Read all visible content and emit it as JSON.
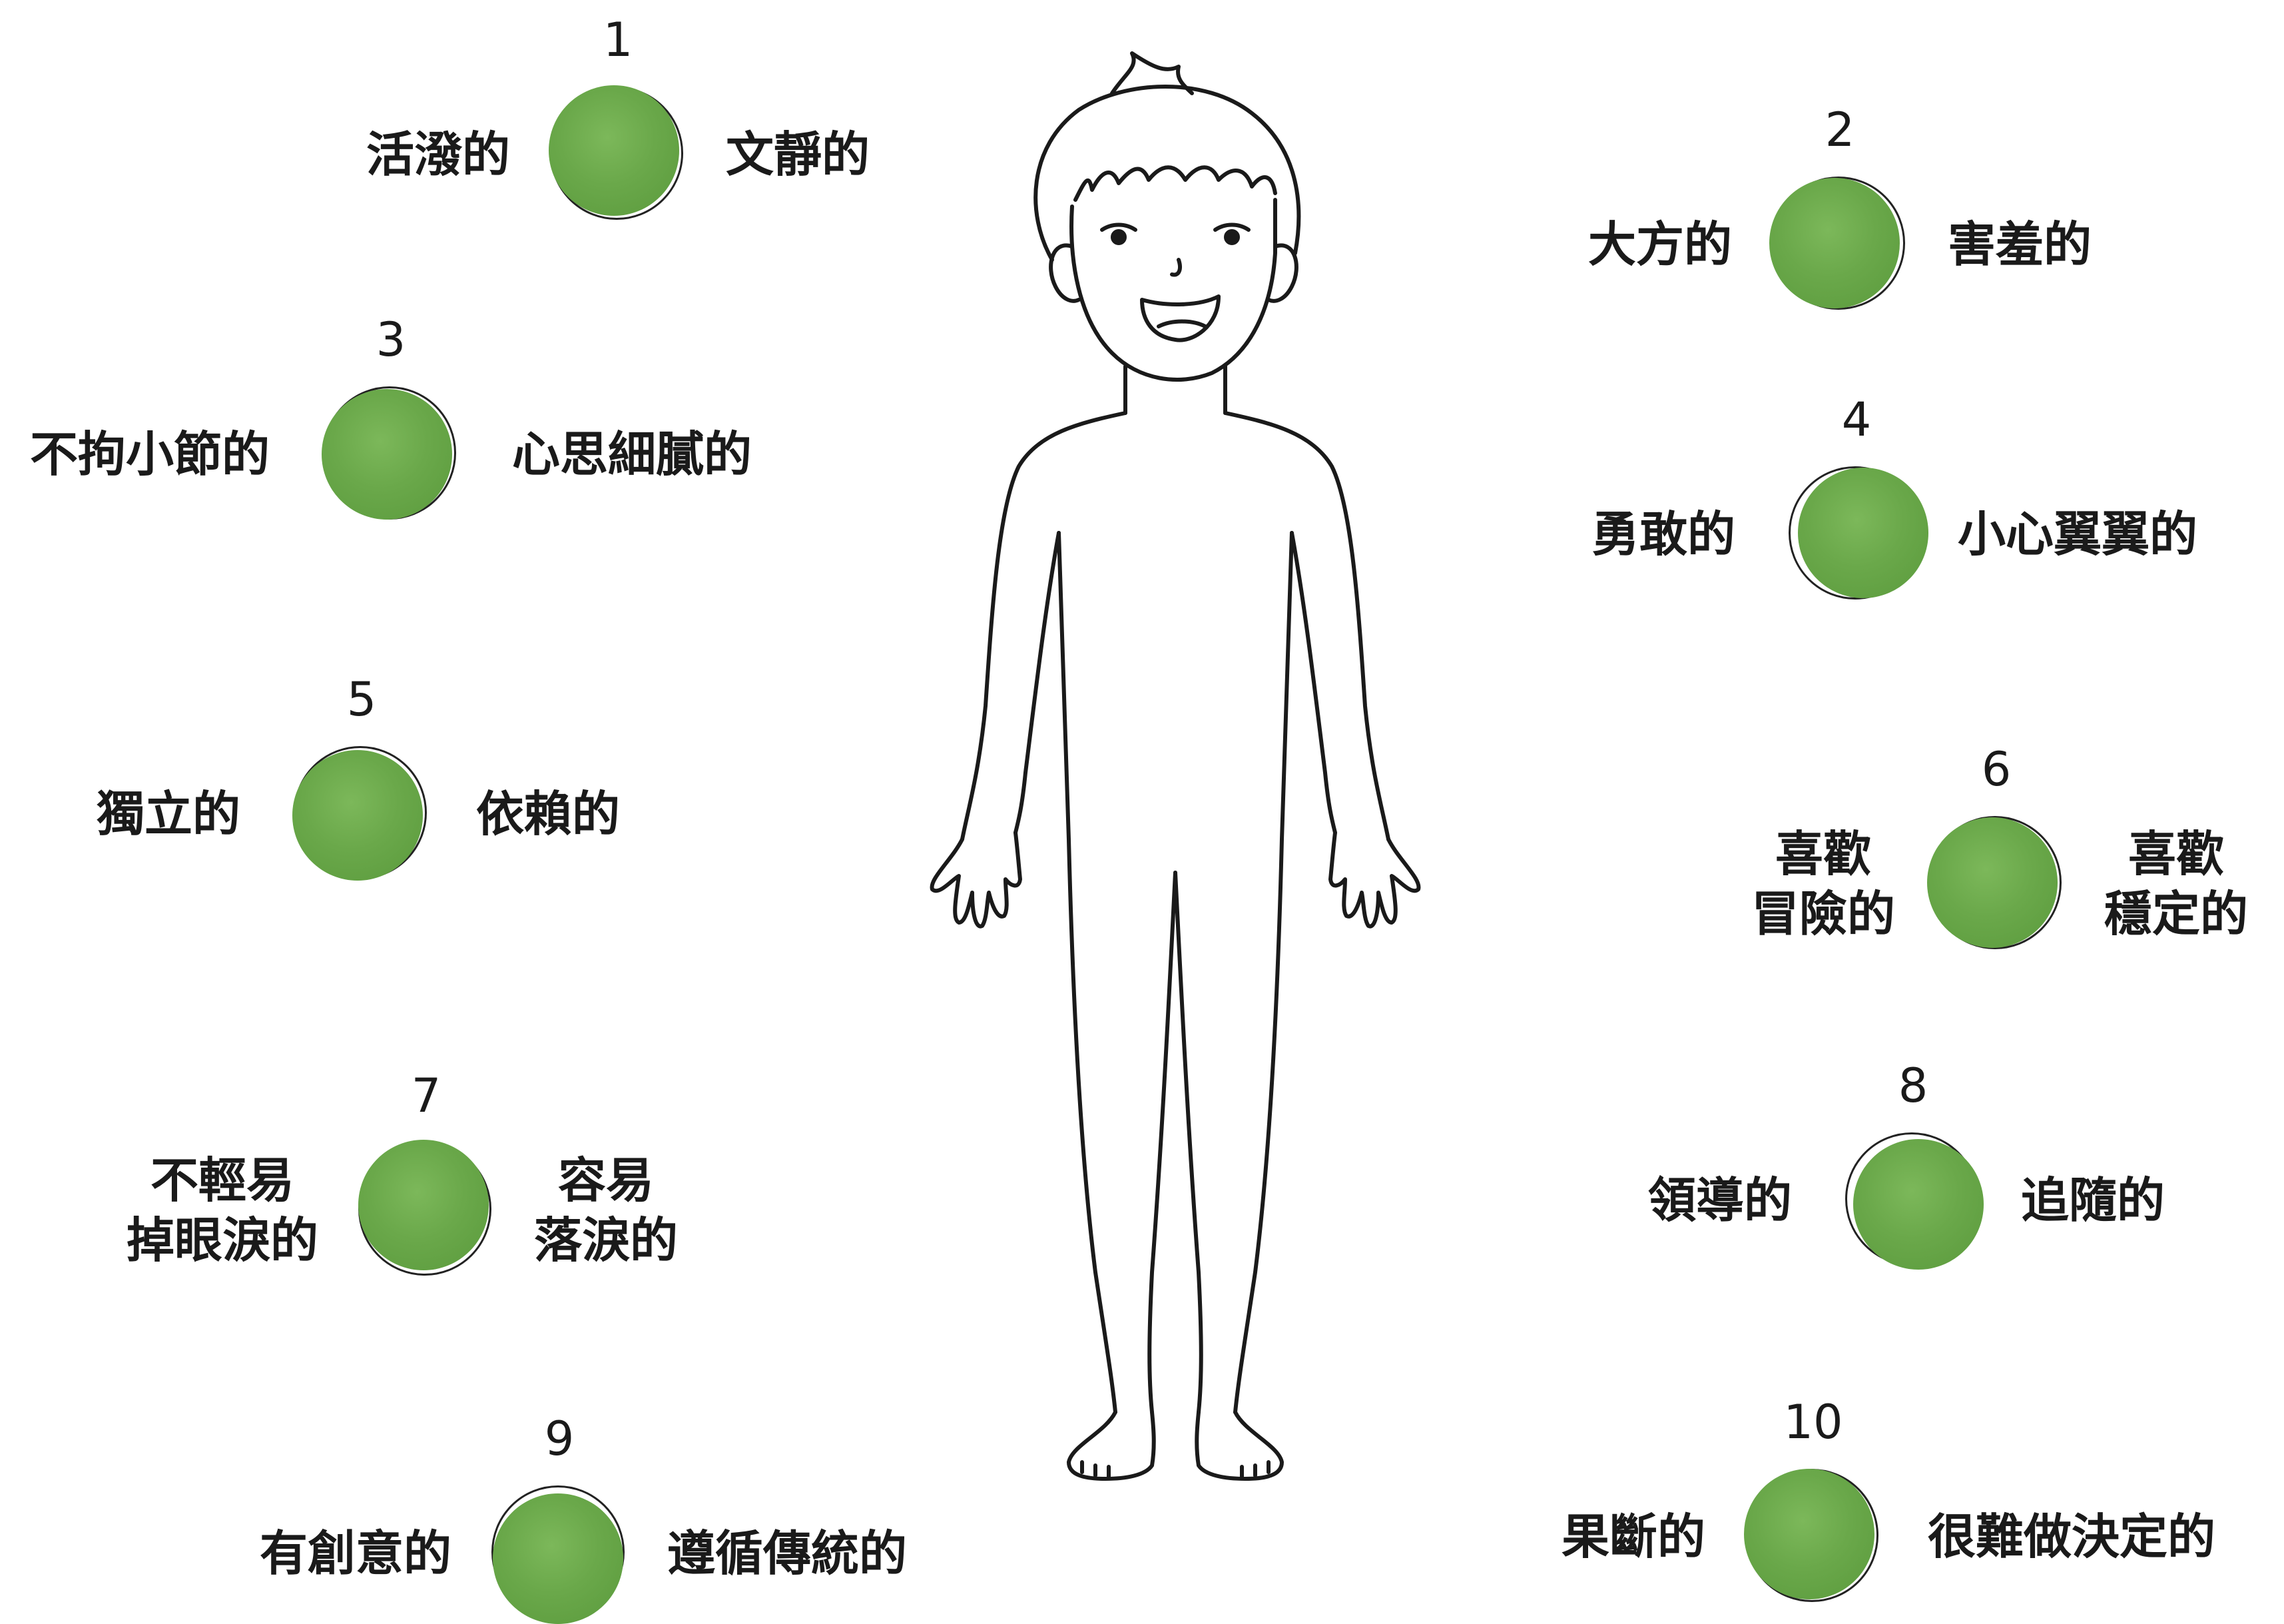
{
  "items": [
    {
      "num": "1",
      "left": "活潑的",
      "right": "文靜的"
    },
    {
      "num": "2",
      "left": "大方的",
      "right": "害羞的"
    },
    {
      "num": "3",
      "left": "不拘小節的",
      "right": "心思細膩的"
    },
    {
      "num": "4",
      "left": "勇敢的",
      "right": "小心翼翼的"
    },
    {
      "num": "5",
      "left": "獨立的",
      "right": "依賴的"
    },
    {
      "num": "6",
      "left_line1": "喜歡",
      "left_line2": "冒險的",
      "right_line1": "喜歡",
      "right_line2": "穩定的"
    },
    {
      "num": "7",
      "left_line1": "不輕易",
      "left_line2": "掉眼淚的",
      "right_line1": "容易",
      "right_line2": "落淚的"
    },
    {
      "num": "8",
      "left": "領導的",
      "right": "追隨的"
    },
    {
      "num": "9",
      "left": "有創意的",
      "right": "遵循傳統的"
    },
    {
      "num": "10",
      "left": "果斷的",
      "right": "很難做決定的"
    }
  ],
  "colors": {
    "dial_green": "#6aa84a",
    "ink": "#1a1a1a"
  },
  "icons": {
    "figure": "child-outline-icon"
  }
}
